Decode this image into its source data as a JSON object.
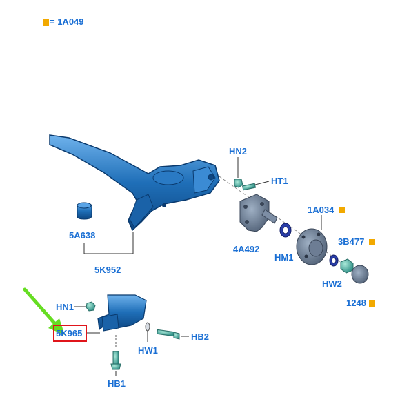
{
  "legend": {
    "text": "= 1A049",
    "marker_color": "#f2a900"
  },
  "colors": {
    "label": "#1a6fd4",
    "part_blue": "#1f6fb8",
    "fastener_teal": "#3aa39a",
    "highlight_red": "#e0151b",
    "arrow_green": "#66dd22",
    "leader_line": "#333333"
  },
  "labels": {
    "hn2": "HN2",
    "ht1": "HT1",
    "a1a034": "1A034",
    "a3b477": "3B477",
    "a1248": "1248",
    "a5a638": "5A638",
    "a4a492": "4A492",
    "hm1": "HM1",
    "hw2": "HW2",
    "a5k952": "5K952",
    "hn1": "HN1",
    "a5k965": "5K965",
    "hb2": "HB2",
    "hw1": "HW1",
    "hb1": "HB1"
  },
  "marked_labels": [
    "1A034",
    "3B477",
    "1248"
  ],
  "highlighted_label": "5K965",
  "arrow_icon": "green-pointer-arrow"
}
